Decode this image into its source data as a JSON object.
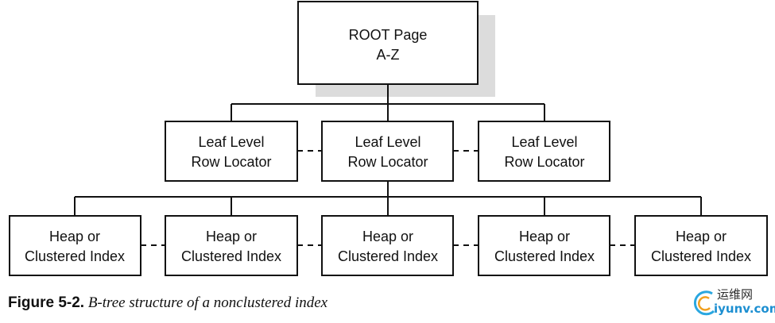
{
  "diagram": {
    "root": {
      "lines": [
        "ROOT Page",
        "A-Z"
      ]
    },
    "leaf": [
      {
        "lines": [
          "Leaf Level",
          "Row Locator"
        ]
      },
      {
        "lines": [
          "Leaf Level",
          "Row Locator"
        ]
      },
      {
        "lines": [
          "Leaf Level",
          "Row Locator"
        ]
      }
    ],
    "data_pages": [
      {
        "lines": [
          "Heap or",
          "Clustered Index"
        ]
      },
      {
        "lines": [
          "Heap or",
          "Clustered Index"
        ]
      },
      {
        "lines": [
          "Heap or",
          "Clustered Index"
        ]
      },
      {
        "lines": [
          "Heap or",
          "Clustered Index"
        ]
      },
      {
        "lines": [
          "Heap or",
          "Clustered Index"
        ]
      }
    ]
  },
  "caption": {
    "label": "Figure 5-2.",
    "text": "B-tree structure of a nonclustered index"
  },
  "watermark": {
    "chinese": "运维网",
    "domain": "iyunv.com"
  }
}
